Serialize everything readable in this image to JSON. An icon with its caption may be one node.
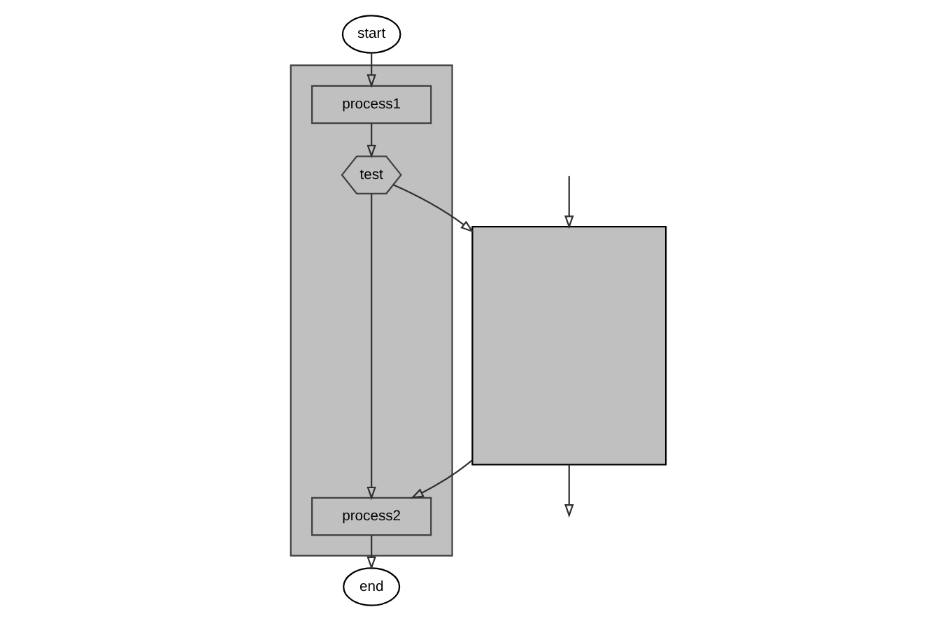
{
  "diagram": {
    "nodes": [
      {
        "text": [
          "start"
        ]
      },
      {
        "text": [],
        "shape": "box"
      },
      {
        "text": [
          "process1"
        ],
        "in": 1
      },
      {
        "text": [
          "test"
        ],
        "in": 1
      },
      {
        "text": [
          "process2"
        ],
        "in": 1
      },
      {
        "text": [
          "end"
        ]
      },
      {
        "text": [],
        "shape": "box"
      }
    ],
    "edges": [
      {
        "from": 0,
        "to": 2,
        "arrow": "to"
      },
      {
        "from": 2,
        "to": 3,
        "arrow": "to"
      },
      {
        "from": 3,
        "to": 4,
        "arrow": "to"
      },
      {
        "from": 3,
        "to": 6,
        "arrow": "to"
      },
      {
        "from": 6,
        "to": 4,
        "arrow": "to"
      },
      {
        "from": 6,
        "to": null,
        "arrow": "to"
      },
      {
        "from": null,
        "to": 6,
        "arrow": "to"
      },
      {
        "from": 4,
        "to": 5,
        "arrow": "to"
      }
    ]
  }
}
